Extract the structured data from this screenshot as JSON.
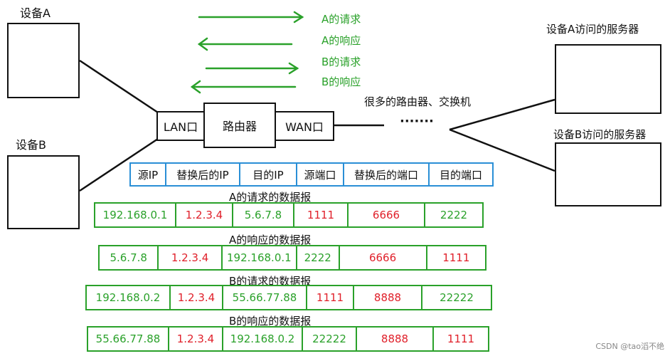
{
  "devices": {
    "a": "设备A",
    "b": "设备B",
    "server_a": "设备A访问的服务器",
    "server_b": "设备B访问的服务器"
  },
  "router": {
    "lan": "LAN口",
    "name": "路由器",
    "wan": "WAN口"
  },
  "network": {
    "label": "很多的路由器、交换机",
    "dots": "·······"
  },
  "flows": [
    {
      "label": "A的请求",
      "direction": "right"
    },
    {
      "label": "A的响应",
      "direction": "left"
    },
    {
      "label": "B的请求",
      "direction": "right"
    },
    {
      "label": "B的响应",
      "direction": "left"
    }
  ],
  "table": {
    "headers": [
      "源IP",
      "替换后的IP",
      "目的IP",
      "源端口",
      "替换后的端口",
      "目的端口"
    ],
    "datagrams": [
      {
        "caption": "A的请求的数据报",
        "cells": [
          "192.168.0.1",
          "1.2.3.4",
          "5.6.7.8",
          "1111",
          "6666",
          "2222"
        ]
      },
      {
        "caption": "A的响应的数据报",
        "cells": [
          "5.6.7.8",
          "1.2.3.4",
          "192.168.0.1",
          "2222",
          "6666",
          "1111"
        ]
      },
      {
        "caption": "B的请求的数据报",
        "cells": [
          "192.168.0.2",
          "1.2.3.4",
          "55.66.77.88",
          "1111",
          "8888",
          "22222"
        ]
      },
      {
        "caption": "B的响应的数据报",
        "cells": [
          "55.66.77.88",
          "1.2.3.4",
          "192.168.0.2",
          "22222",
          "8888",
          "1111"
        ]
      }
    ]
  },
  "colors": {
    "green": "#2aa12a",
    "red": "#e0202a",
    "blue": "#2a8fd6"
  },
  "watermark": "CSDN @tao滔不绝"
}
